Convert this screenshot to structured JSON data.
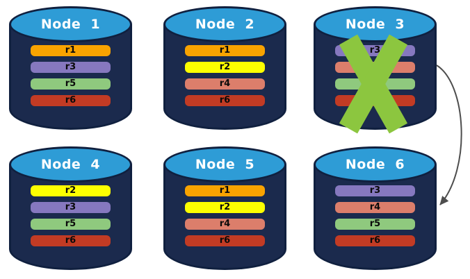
{
  "diagram": {
    "background": "#FFFFFF",
    "node_style": {
      "body_color": "#1B2A4D",
      "top_color": "#2E9CD6",
      "outline_color": "#10203F",
      "title_color": "#FFFFFF"
    },
    "replica_palette": {
      "r1": "#F9A300",
      "r2": "#FDFF00",
      "r3": "#8678BF",
      "r4": "#DC7E6B",
      "r5": "#8FC97E",
      "r6": "#C23B24"
    },
    "nodes": [
      {
        "title": "Node 1",
        "failed": false,
        "replicas": [
          "r1",
          "r3",
          "r5",
          "r6"
        ]
      },
      {
        "title": "Node 2",
        "failed": false,
        "replicas": [
          "r1",
          "r2",
          "r4",
          "r6"
        ]
      },
      {
        "title": "Node 3",
        "failed": true,
        "replicas": [
          "r3",
          "r4",
          "r5",
          "r6"
        ]
      },
      {
        "title": "Node 4",
        "failed": false,
        "replicas": [
          "r2",
          "r3",
          "r5",
          "r6"
        ]
      },
      {
        "title": "Node 5",
        "failed": false,
        "replicas": [
          "r1",
          "r2",
          "r4",
          "r6"
        ]
      },
      {
        "title": "Node 6",
        "failed": false,
        "replicas": [
          "r3",
          "r4",
          "r5",
          "r6"
        ]
      }
    ],
    "failure_cross_color": "#8CC63F",
    "arrow": {
      "color": "#4D4D4D",
      "from": "Node 3",
      "to": "Node 6"
    }
  }
}
